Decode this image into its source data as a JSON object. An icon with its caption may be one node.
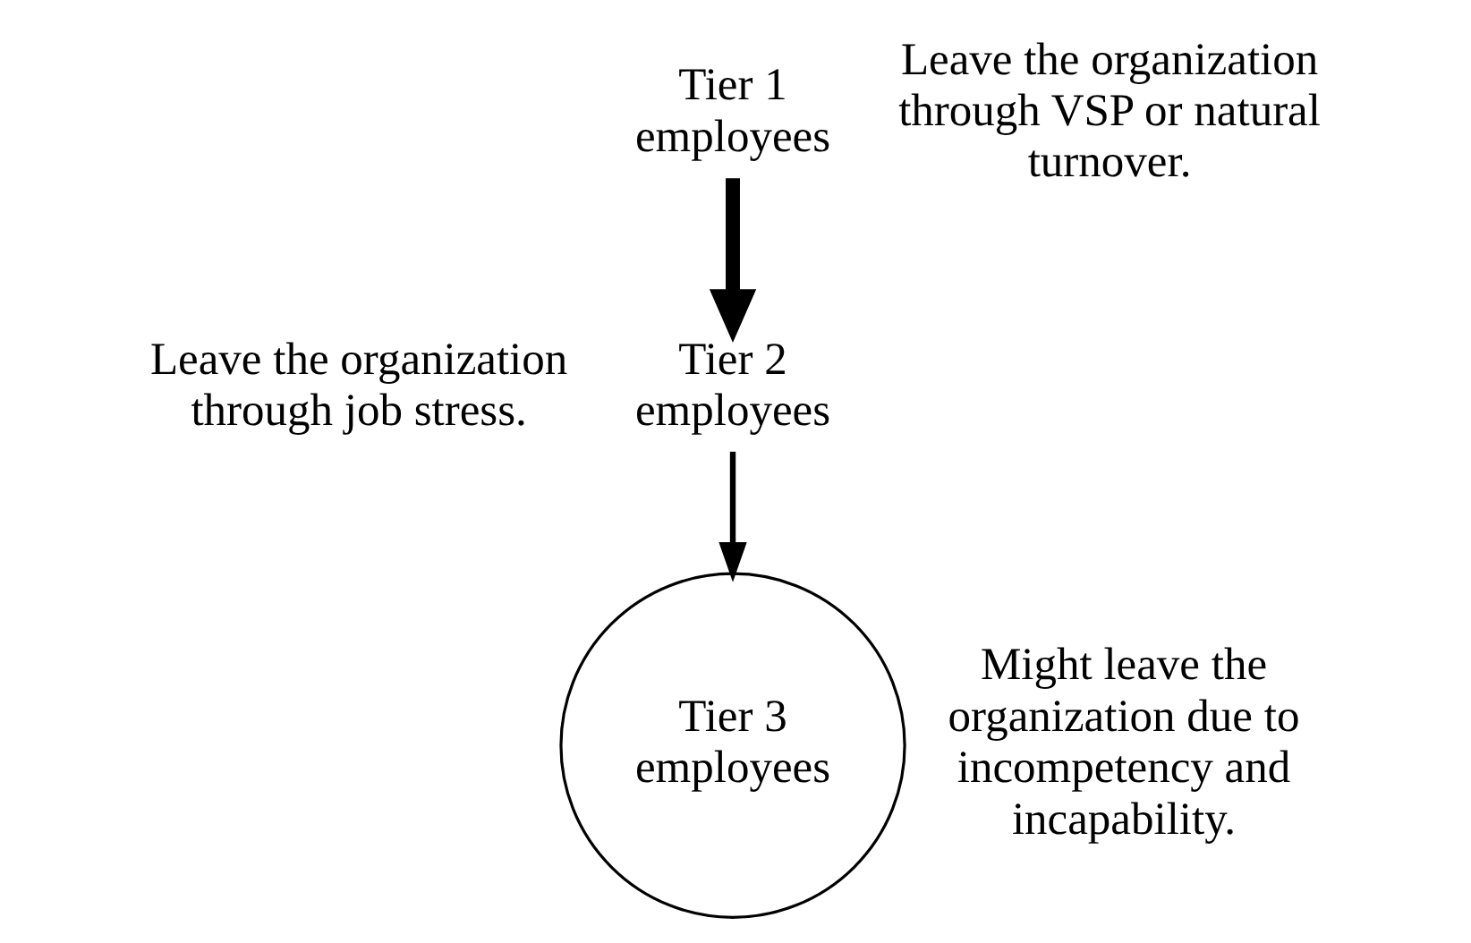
{
  "diagram": {
    "nodes": [
      {
        "text": [
          "Tier 1 employees"
        ],
        "beside": [
          "Leave the organization through VSP or natural turnover."
        ]
      },
      {
        "text": [
          "Tier 2 employees"
        ],
        "beside": [
          "Leave the organization through job stress."
        ]
      },
      {
        "text": [
          "Tier 3 employees"
        ],
        "beside": [
          "Might leave the organization due to incompetency and incapability."
        ]
      }
    ],
    "edges": [
      {
        "from": 0,
        "to": 1,
        "arrow": "to",
        "style": "thick"
      },
      {
        "from": 1,
        "to": 2,
        "arrow": "to"
      }
    ]
  }
}
